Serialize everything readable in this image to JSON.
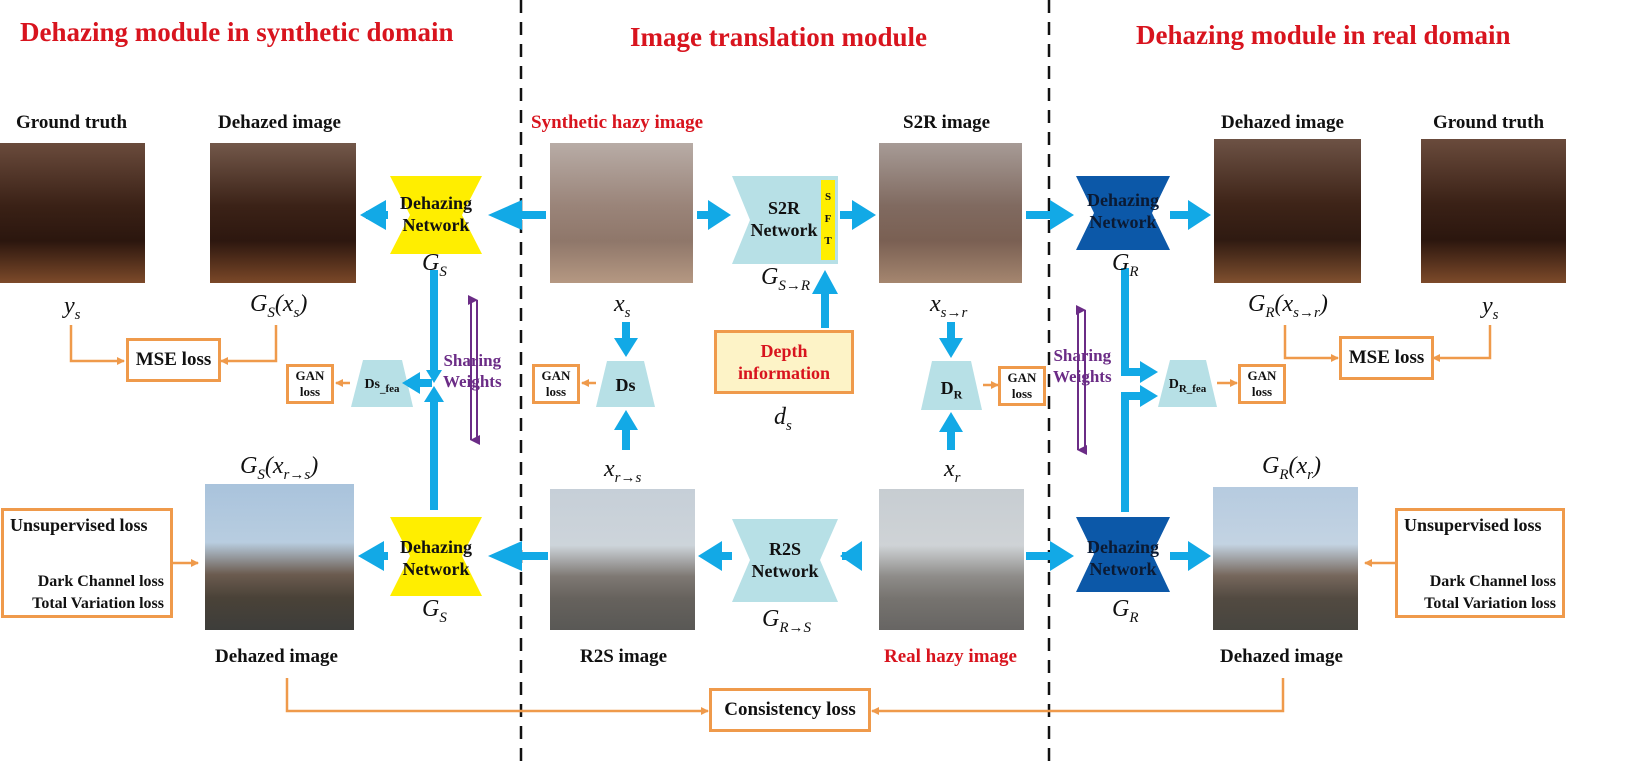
{
  "sections": {
    "left": "Dehazing module in synthetic domain",
    "center": "Image translation module",
    "right": "Dehazing module in real domain"
  },
  "image_labels": {
    "gt_left": "Ground truth",
    "dehazed_top_left": "Dehazed image",
    "synthetic_hazy": "Synthetic hazy image",
    "s2r_image": "S2R image",
    "dehazed_top_right": "Dehazed image",
    "gt_right": "Ground truth",
    "dehazed_bottom_left": "Dehazed image",
    "r2s_image": "R2S image",
    "real_hazy": "Real hazy image",
    "dehazed_bottom_right": "Dehazed image"
  },
  "networks": {
    "dehaze_tl": "Dehazing\nNetwork",
    "s2r": "S2R\nNetwork",
    "sft": "S\nF\nT",
    "dehaze_tr": "Dehazing\nNetwork",
    "dehaze_bl": "Dehazing\nNetwork",
    "r2s": "R2S\nNetwork",
    "dehaze_br": "Dehazing\nNetwork"
  },
  "discriminators": {
    "ds_fea": "Ds_fea",
    "ds": "Ds",
    "dr": "DR",
    "dr_fea": "DR_fea"
  },
  "boxes": {
    "depth": "Depth\ninformation",
    "mse_left": "MSE loss",
    "mse_right": "MSE loss",
    "gan": "GAN\nloss",
    "consistency": "Consistency loss",
    "unsup_title": "Unsupervised loss",
    "dark_channel": "Dark Channel loss",
    "total_variation": "Total Variation loss"
  },
  "sharing": "Sharing\nWeights",
  "math": {
    "ys": "y",
    "ys_sub": "s",
    "gs": "G",
    "gs_sub": "S",
    "gr": "G",
    "gr_sub": "R",
    "xs": "x",
    "xs_sub": "s",
    "xsr": "x",
    "xsr_sub": "s→r",
    "xrs": "x",
    "xrs_sub": "r→s",
    "xr": "x",
    "xr_sub": "r",
    "ds": "d",
    "ds_sub": "s",
    "gsr": "G",
    "gsr_sub": "S→R",
    "grs": "G",
    "grs_sub": "R→S"
  },
  "colors": {
    "red": "#d8141e",
    "arrow_blue": "#12a9e6",
    "orange": "#ef9a4b",
    "yellow": "#ffee00",
    "light_teal": "#b7e0e6",
    "dark_blue": "#0c58a8",
    "purple": "#6b2c86",
    "depth_fill": "#fdf3c7"
  }
}
